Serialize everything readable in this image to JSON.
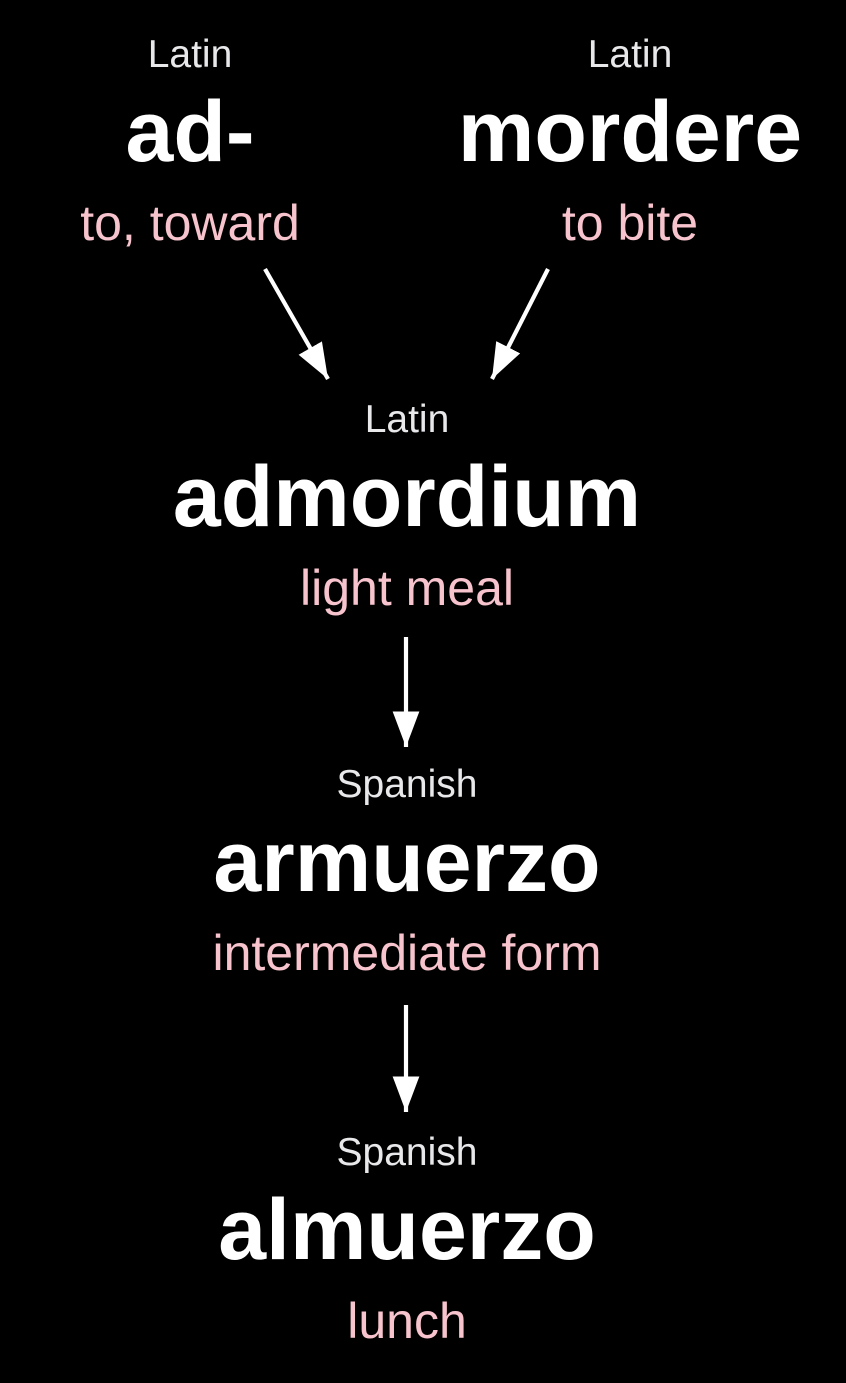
{
  "diagram_type": "etymology-flow",
  "colors": {
    "background": "#000000",
    "word": "#ffffff",
    "label": "#e8e8eb",
    "gloss": "#f7c3cd",
    "arrow": "#ffffff"
  },
  "nodes": [
    {
      "language": "Latin",
      "word": "ad-",
      "gloss": "to, toward"
    },
    {
      "language": "Latin",
      "word": "mordere",
      "gloss": "to bite"
    },
    {
      "language": "Latin",
      "word": "admordium",
      "gloss": "light meal"
    },
    {
      "language": "Spanish",
      "word": "armuerzo",
      "gloss": "intermediate form"
    },
    {
      "language": "Spanish",
      "word": "almuerzo",
      "gloss": "lunch"
    }
  ],
  "arrows": [
    {
      "from": "ad-",
      "to": "admordium"
    },
    {
      "from": "mordere",
      "to": "admordium"
    },
    {
      "from": "admordium",
      "to": "armuerzo"
    },
    {
      "from": "armuerzo",
      "to": "almuerzo"
    }
  ]
}
